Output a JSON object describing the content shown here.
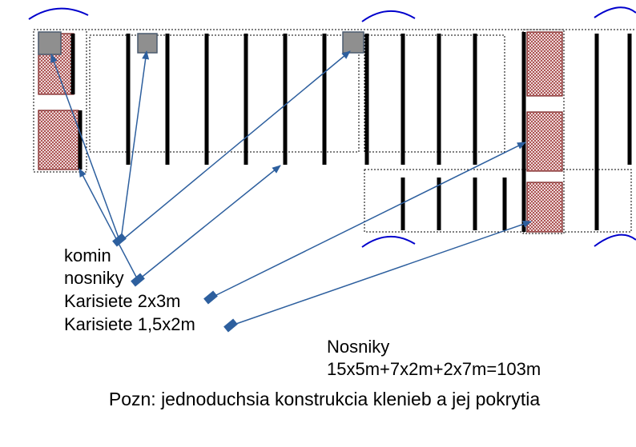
{
  "labels": {
    "komin": "komin",
    "nosniky": "nosniky",
    "karisiete_2x3": "Karisiete 2x3m",
    "karisiete_1_5x2": "Karisiete 1,5x2m",
    "nosniky_heading": "Nosniky",
    "nosniky_total": "15x5m+7x2m+2x7m=103m",
    "note": "Pozn: jednoduchsia konstrukcia klenieb a jej pokrytia"
  },
  "colors": {
    "background": "#ffffff",
    "beam": "#000000",
    "mesh_hatch": "#a03a3a",
    "mesh_border": "#7c2424",
    "leader_arrow": "#2d5f9e",
    "vault_arc": "#0000cc",
    "chimney_fill": "#8f8f8f",
    "chimney_border": "#4a5a6e",
    "outline": "#000000"
  }
}
